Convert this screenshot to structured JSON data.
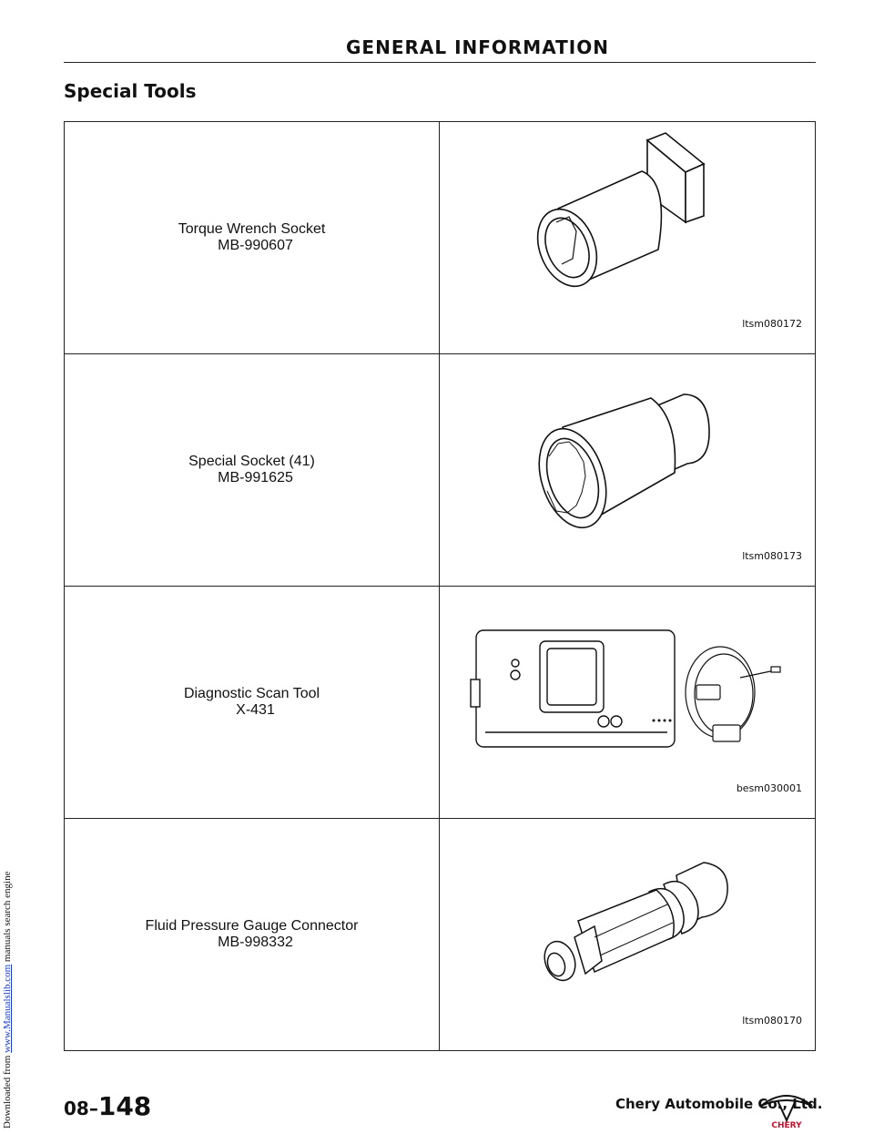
{
  "download_banner": {
    "prefix": "Downloaded from",
    "link_text": "www.Manualslib.com",
    "suffix": "manuals search engine"
  },
  "header": {
    "title": "GENERAL INFORMATION"
  },
  "section": {
    "title": "Special Tools"
  },
  "tools": [
    {
      "name": "Torque Wrench Socket",
      "code": "MB-990607",
      "image_ref": "ltsm080172",
      "icon": "hex-socket-illustration"
    },
    {
      "name": "Special Socket (41)",
      "code": "MB-991625",
      "image_ref": "ltsm080173",
      "icon": "twelve-point-socket-illustration"
    },
    {
      "name": "Diagnostic Scan Tool",
      "code": "X-431",
      "image_ref": "besm030001",
      "icon": "scan-tool-illustration"
    },
    {
      "name": "Fluid Pressure Gauge Connector",
      "code": "MB-998332",
      "image_ref": "ltsm080170",
      "icon": "gauge-connector-illustration"
    }
  ],
  "footer": {
    "section_number": "08–",
    "page_number": "148",
    "company": "Chery Automobile Co., Ltd.",
    "logo_text": "CHERY"
  }
}
